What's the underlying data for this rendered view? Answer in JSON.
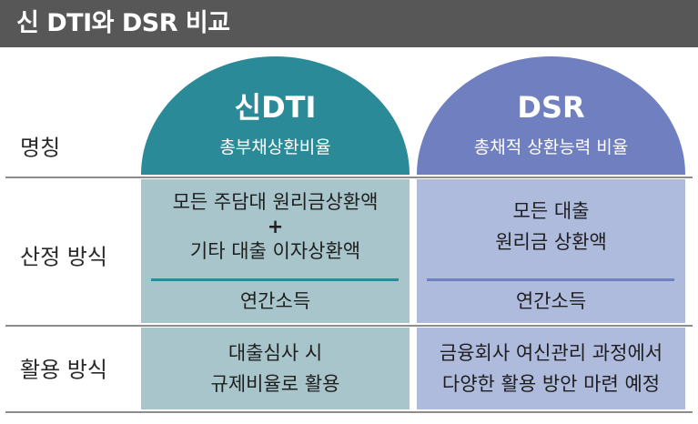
{
  "title": "신 DTI와 DSR 비교",
  "columns": {
    "dti": {
      "name": "신DTI",
      "subtitle": "총부채상환비율",
      "color": "#2b8a97",
      "cell_color": "#a8c5cb",
      "line_color": "#2b8a97"
    },
    "dsr": {
      "name": "DSR",
      "subtitle": "총채적 상환능력 비율",
      "color": "#6f7fbf",
      "cell_color": "#aebbdd",
      "line_color": "#6f7fbf"
    }
  },
  "rows": {
    "name": {
      "label": "명칭"
    },
    "calc": {
      "label": "산정 방식",
      "dti_numerator": [
        "모든 주담대 원리금상환액",
        "+",
        "기타 대출 이자상환액"
      ],
      "dti_denominator": "연간소득",
      "dsr_numerator": [
        "모든 대출",
        "원리금 상환액"
      ],
      "dsr_denominator": "연간소득"
    },
    "usage": {
      "label": "활용 방식",
      "dti_text": [
        "대출심사 시",
        "규제비율로 활용"
      ],
      "dsr_text": [
        "금융회사 여신관리 과정에서",
        "다양한 활용 방안 마련 예정"
      ]
    }
  }
}
